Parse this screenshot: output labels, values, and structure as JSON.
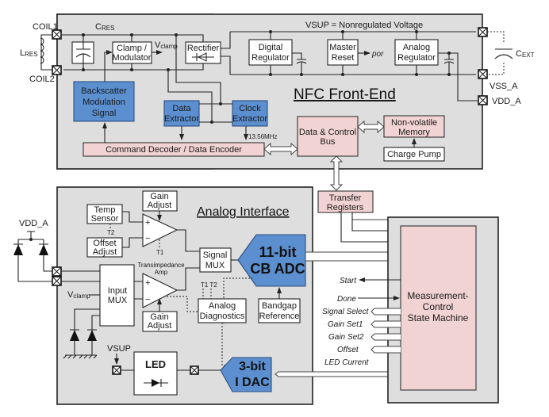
{
  "nfc_front_end": {
    "title": "NFC Front-End",
    "vsup_label": "VSUP = Nonregulated Voltage",
    "coil1": "COIL1",
    "coil2": "COIL2",
    "lres": "L",
    "lres_sub": "RES",
    "cres": "C",
    "cres_sub": "RES",
    "cext": "C",
    "cext_sub": "EXT",
    "vss_a": "VSS_A",
    "vdd_a": "VDD_A",
    "clamp_modulator": [
      "Clamp /",
      "Modulator"
    ],
    "vclamp": "V",
    "vclamp_sub": "clamp",
    "rectifier": "Rectifier",
    "digital_regulator": [
      "Digital",
      "Regulator"
    ],
    "master_reset": [
      "Master",
      "Reset"
    ],
    "por": "por",
    "analog_regulator": [
      "Analog",
      "Regulator"
    ],
    "backscatter": [
      "Backscatter",
      "Modulation",
      "Signal"
    ],
    "data_extractor": [
      "Data",
      "Extractor"
    ],
    "clock_extractor": [
      "Clock",
      "Extractor"
    ],
    "clock_freq": "13.56MHz",
    "command_decoder": "Command Decoder / Data Encoder",
    "data_control_bus": [
      "Data & Control",
      "Bus"
    ],
    "nonvolatile_memory": [
      "Non-volatile",
      "Memory"
    ],
    "charge_pump": "Charge Pump"
  },
  "transfer_registers": [
    "Transfer",
    "Registers"
  ],
  "analog_interface": {
    "title": "Analog Interface",
    "vdd_a": "VDD_A",
    "gain_adjust_top": [
      "Gain",
      "Adjust"
    ],
    "temp_sensor": [
      "Temp",
      "Sensor"
    ],
    "t2": "T2",
    "offset_adjust": [
      "Offset",
      "Adjust"
    ],
    "t1": "T1",
    "transimpedance": [
      "Transimpedance",
      "Amp"
    ],
    "signal_mux": [
      "Signal",
      "MUX"
    ],
    "adc": [
      "11-bit",
      "CB ADC"
    ],
    "input_mux": [
      "Input",
      "MUX"
    ],
    "vclamp": "V",
    "vclamp_sub": "clamp",
    "gain_adjust_bottom": [
      "Gain",
      "Adjust"
    ],
    "t1t2": "T1 T2",
    "analog_diagnostics": [
      "Analog",
      "Diagnostics"
    ],
    "bandgap": [
      "Bandgap",
      "Reference"
    ],
    "vsup": "VSUP",
    "led": "LED",
    "dac": [
      "3-bit",
      "I DAC"
    ],
    "plus": "+",
    "minus": "−"
  },
  "state_machine": {
    "title": [
      "Measurement-",
      "Control",
      "State Machine"
    ],
    "signals": [
      "Start",
      "Done",
      "Signal Select",
      "Gain Set1",
      "Gain Set2",
      "Offset",
      "LED Current"
    ]
  },
  "colors": {
    "panel": "#dedede",
    "blue_block": "#5b8fcf",
    "pink_block": "#f2d3d3"
  }
}
